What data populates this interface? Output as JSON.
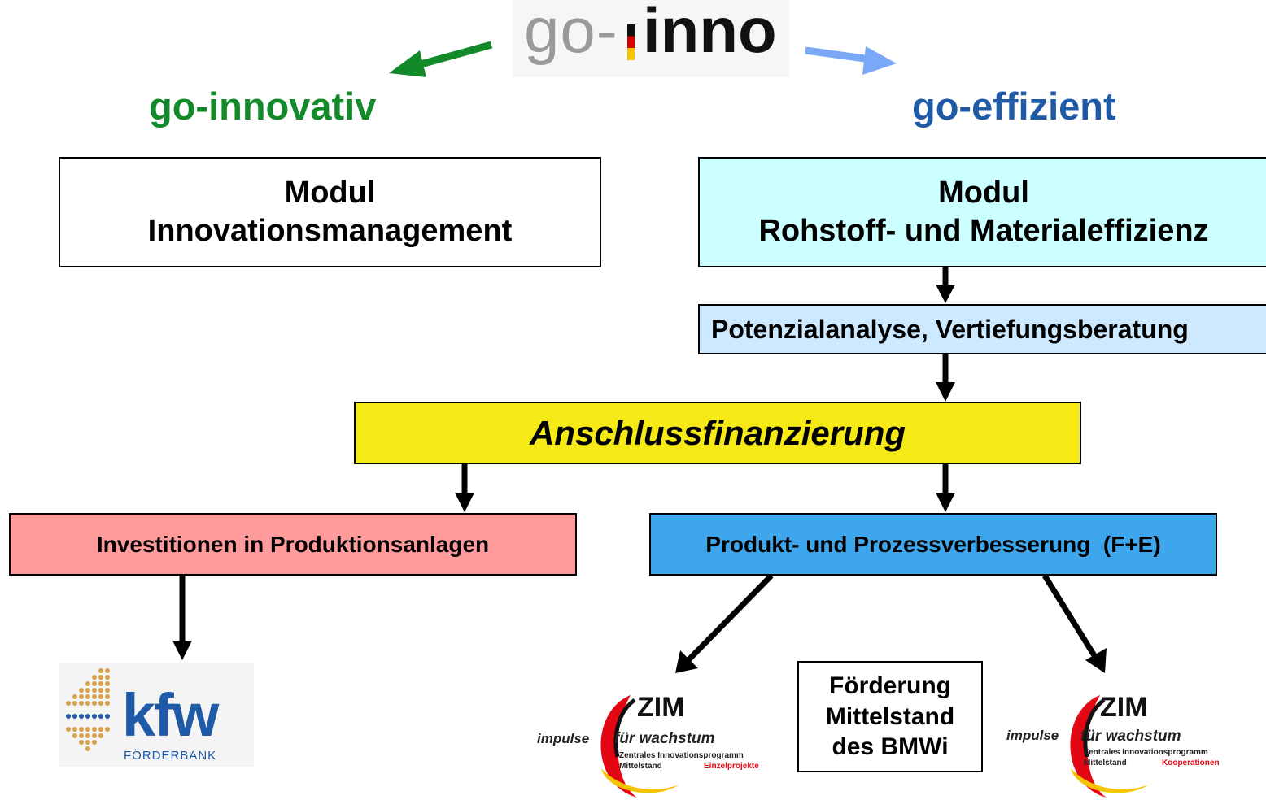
{
  "header": {
    "logo_go": "go-",
    "logo_inno": "inno",
    "left_title": "go-innovativ",
    "right_title": "go-effizient"
  },
  "modules": {
    "left": {
      "line1": "Modul",
      "line2": "Innovationsmanagement"
    },
    "right": {
      "line1": "Modul",
      "line2": "Rohstoff- und Materialeffizienz"
    }
  },
  "potenzial_label": "Potenzialanalyse, Vertiefungsberatung",
  "anschluss_label": "Anschlussfinanzierung",
  "investitionen_label": "Investitionen in Produktionsanlagen",
  "produkt_label": "Produkt- und Prozessverbesserung  (F+E)",
  "foerderung": {
    "line1": "Förderung",
    "line2": "Mittelstand",
    "line3": "des BMWi"
  },
  "kfw_logo": {
    "brand": "kfw",
    "sub": "FÖRDERBANK"
  },
  "zim_left": {
    "brand": "ZIM",
    "impulse": "impulse",
    "tagline": "für wachstum",
    "line1": "Zentrales Innovationsprogramm",
    "line2": "Mittelstand",
    "variant": "Einzelprojekte"
  },
  "zim_right": {
    "brand": "ZIM",
    "impulse": "impulse",
    "tagline": "für wachstum",
    "line1": "Zentrales Innovationsprogramm",
    "line2": "Mittelstand",
    "variant": "Kooperationen"
  },
  "colors": {
    "green": "#128a2a",
    "blue": "#1f5aa6",
    "light_blue_arrow": "#7ba7f7",
    "cyan_box": "#ccffff",
    "light_blue_box": "#cde9ff",
    "yellow": "#f5ea16",
    "pink": "#ff9b9b",
    "blue_box": "#3ea6ec"
  }
}
